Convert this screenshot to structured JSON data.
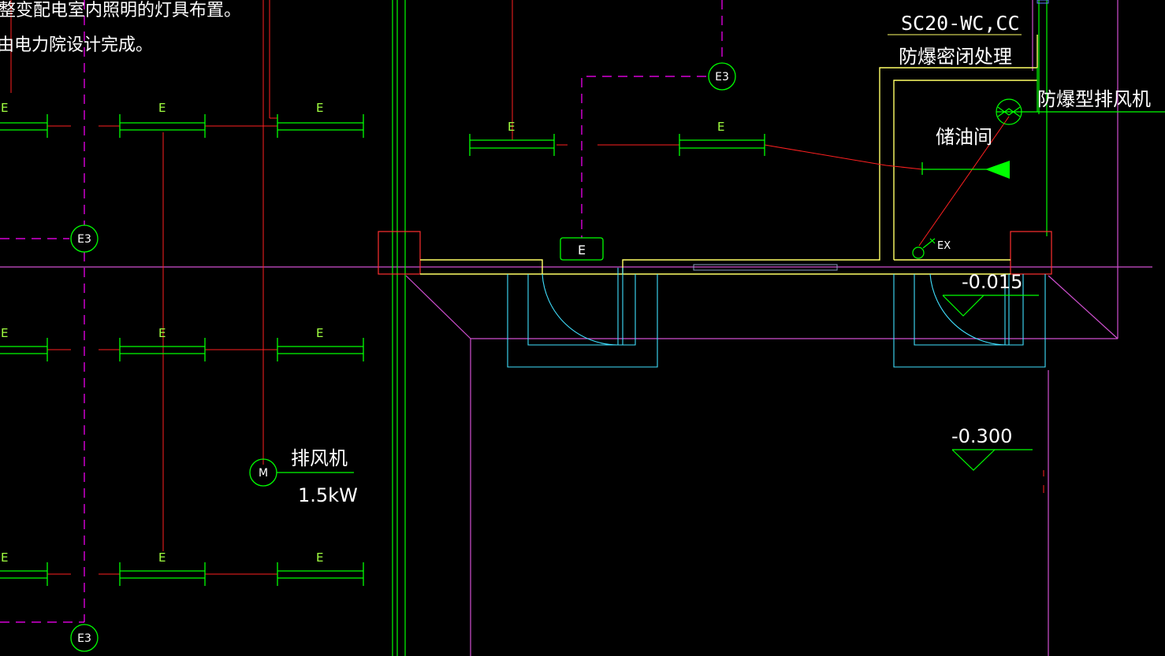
{
  "notes": {
    "line1": "调整变配电室内照明的灯具布置。",
    "line2": "由电力院设计完成。"
  },
  "labels": {
    "fixture": "E",
    "junction": "E3",
    "box": "E",
    "conduit": "SC20-WC,CC",
    "seal": "防爆密闭处理",
    "fan_ex": "防爆型排风机",
    "oil_room": "储油间",
    "ex_tag": "EX",
    "motor": "M",
    "fan": "排风机",
    "fan_power": "1.5kW",
    "level_1": "-0.015",
    "level_2": "-0.300"
  },
  "colors": {
    "background": "#000000",
    "fixture": "#00ff00",
    "wire": "#ff2020",
    "dashed": "#ff00ff",
    "wall": "#ffff66",
    "door": "#40e0ff",
    "grid": "#ff66ff",
    "column": "#ff3030",
    "text": "#ffffff",
    "green_text": "#66ff66"
  }
}
